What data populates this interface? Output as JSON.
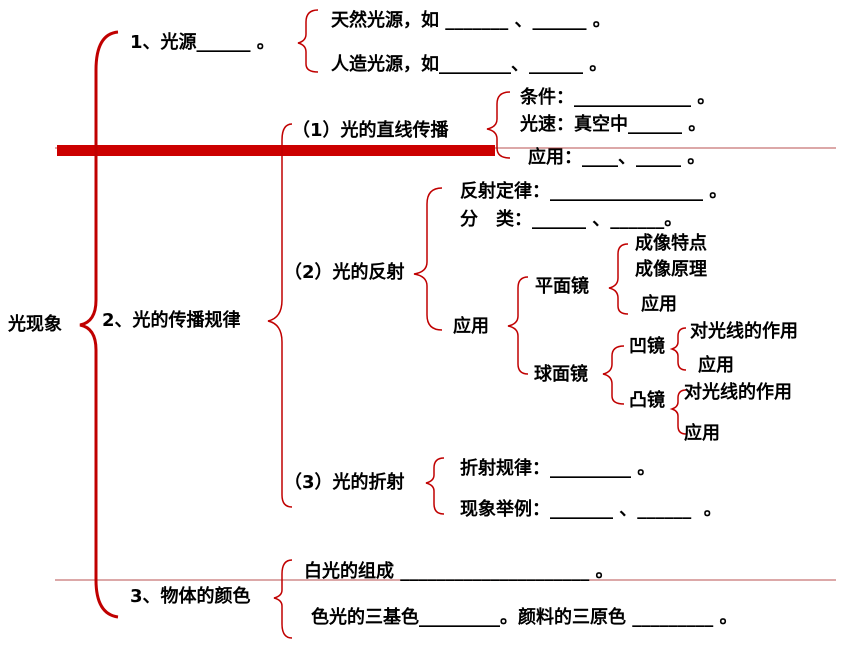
{
  "root": {
    "label": "光现象"
  },
  "branch1": {
    "label": "1、光源______ 。",
    "natural": "天然光源，如 _______ 、______ 。",
    "artificial": "人造光源，如________、______ 。"
  },
  "branch2": {
    "label": "2、光的传播规律",
    "straight": {
      "label": "（1）光的直线传播",
      "condition": "条件：_____________ 。",
      "speed": "光速：真空中______ 。",
      "application": "应用：____、_____ 。"
    },
    "reflection": {
      "label": "（2）光的反射",
      "law": "反射定律：_________________ 。",
      "types": "分　类：______ 、______。",
      "application": "应用",
      "plane_mirror": {
        "label": "平面镜",
        "item1": "成像特点",
        "item2": "成像原理",
        "item3": "应用"
      },
      "spherical_mirror": {
        "label": "球面镜",
        "concave": {
          "label": "凹镜",
          "item1": "对光线的作用",
          "item2": "应用"
        },
        "convex": {
          "label": "凸镜",
          "item1": "对光线的作用",
          "item2": "应用"
        }
      }
    },
    "refraction": {
      "label": "（3）光的折射",
      "law": "折射规律：_________ 。",
      "examples": "现象举例：_______ 、______  。"
    }
  },
  "branch3": {
    "label": "3、物体的颜色",
    "white_light": "白光的组成 _____________________ 。",
    "primaries": "色光的三基色_________。颜料的三原色 _________ 。"
  },
  "colors": {
    "bracket_red": "#c00000",
    "bar_red": "#cc0000",
    "rule_line": "#b85050",
    "text": "#000000"
  }
}
